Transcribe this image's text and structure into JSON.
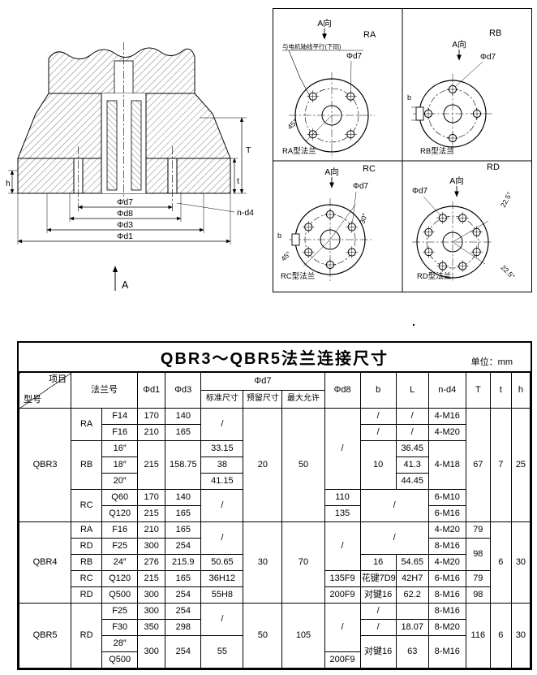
{
  "page": {
    "stray_mark": "."
  },
  "drawing": {
    "section": {
      "d7": "Φd7",
      "d8": "Φd8",
      "d3": "Φd3",
      "d1": "Φd1",
      "nd4": "n-d4",
      "T": "T",
      "t": "t",
      "h": "h",
      "A": "A"
    },
    "views": [
      {
        "corner": "RA",
        "a_label": "A向",
        "note": "与电机轴线平行(下同)",
        "d7": "Φd7",
        "angle1": "45°",
        "caption": "RA型法兰"
      },
      {
        "corner": "RB",
        "a_label": "A向",
        "d7": "Φd7",
        "b": "b",
        "caption": "RB型法兰"
      },
      {
        "corner": "RC",
        "a_label": "A向",
        "d7": "Φd7",
        "angle1": "30°",
        "angle2": "45°",
        "b": "b",
        "caption": "RC型法兰"
      },
      {
        "corner": "RD",
        "a_label": "A向",
        "d7": "Φd7",
        "angle1": "22.5°",
        "angle2": "22.5°",
        "caption": "RD型法兰"
      }
    ]
  },
  "table": {
    "title": "QBR3～QBR5法兰连接尺寸",
    "unit": "单位：mm",
    "header": {
      "project": "项目",
      "model": "型号",
      "flange_no": "法兰号",
      "d1": "Φd1",
      "d3": "Φd3",
      "d7": "Φd7",
      "std": "标准尺寸",
      "reserve": "预留尺寸",
      "max": "最大允许",
      "d8": "Φd8",
      "b": "b",
      "L": "L",
      "nd4": "n-d4",
      "T": "T",
      "t": "t",
      "h": "h"
    },
    "rows": [
      [
        {
          "t": "QBR3",
          "rs": 7
        },
        {
          "t": "RA",
          "rs": 2
        },
        {
          "t": "F14"
        },
        {
          "t": "170"
        },
        {
          "t": "140"
        },
        {
          "t": "/",
          "rs": 2
        },
        {
          "t": "20",
          "rs": 7
        },
        {
          "t": "50",
          "rs": 7
        },
        {
          "t": "/",
          "rs": 5
        },
        {
          "t": "/"
        },
        {
          "t": "/"
        },
        {
          "t": "4-M16"
        },
        {
          "t": "67",
          "rs": 7
        },
        {
          "t": "7",
          "rs": 7
        },
        {
          "t": "25",
          "rs": 7
        }
      ],
      [
        {
          "t": "F16"
        },
        {
          "t": "210"
        },
        {
          "t": "165"
        },
        {
          "t": "/"
        },
        {
          "t": "/"
        },
        {
          "t": "4-M20"
        }
      ],
      [
        {
          "t": "RB",
          "rs": 3
        },
        {
          "t": "16″"
        },
        {
          "t": "215",
          "rs": 3
        },
        {
          "t": "158.75",
          "rs": 3
        },
        {
          "t": "33.15"
        },
        {
          "t": "10",
          "rs": 3
        },
        {
          "t": "36.45"
        },
        {
          "t": "4-M18",
          "rs": 3
        }
      ],
      [
        {
          "t": "18″"
        },
        {
          "t": "38"
        },
        {
          "t": "41.3"
        }
      ],
      [
        {
          "t": "20″"
        },
        {
          "t": "41.15"
        },
        {
          "t": "44.45"
        }
      ],
      [
        {
          "t": "RC",
          "rs": 2
        },
        {
          "t": "Q60"
        },
        {
          "t": "170"
        },
        {
          "t": "140"
        },
        {
          "t": "/",
          "rs": 2
        },
        {
          "t": "110"
        },
        {
          "t": "/",
          "rs": 2,
          "cs": 2
        },
        {
          "t": "6-M10"
        }
      ],
      [
        {
          "t": "Q120"
        },
        {
          "t": "215"
        },
        {
          "t": "165"
        },
        {
          "t": "135"
        },
        {
          "t": "6-M16"
        }
      ],
      [
        {
          "t": "QBR4",
          "rs": 5
        },
        {
          "t": "RA"
        },
        {
          "t": "F16"
        },
        {
          "t": "210"
        },
        {
          "t": "165"
        },
        {
          "t": "/",
          "rs": 2
        },
        {
          "t": "30",
          "rs": 5
        },
        {
          "t": "70",
          "rs": 5
        },
        {
          "t": "/",
          "rs": 3
        },
        {
          "t": "/",
          "rs": 2,
          "cs": 2
        },
        {
          "t": "4-M20"
        },
        {
          "t": "79"
        },
        {
          "t": "6",
          "rs": 5
        },
        {
          "t": "30",
          "rs": 5
        }
      ],
      [
        {
          "t": "RD"
        },
        {
          "t": "F25"
        },
        {
          "t": "300"
        },
        {
          "t": "254"
        },
        {
          "t": "8-M16"
        },
        {
          "t": "98",
          "rs": 2
        }
      ],
      [
        {
          "t": "RB"
        },
        {
          "t": "24″"
        },
        {
          "t": "276"
        },
        {
          "t": "215.9"
        },
        {
          "t": "50.65"
        },
        {
          "t": "16"
        },
        {
          "t": "54.65"
        },
        {
          "t": "4-M20"
        }
      ],
      [
        {
          "t": "RC"
        },
        {
          "t": "Q120"
        },
        {
          "t": "215"
        },
        {
          "t": "165"
        },
        {
          "t": "36H12"
        },
        {
          "t": "135F9"
        },
        {
          "t": "花键7D9"
        },
        {
          "t": "42H7"
        },
        {
          "t": "6-M16"
        },
        {
          "t": "79"
        }
      ],
      [
        {
          "t": "RD"
        },
        {
          "t": "Q500"
        },
        {
          "t": "300"
        },
        {
          "t": "254"
        },
        {
          "t": "55H8"
        },
        {
          "t": "200F9"
        },
        {
          "t": "对键16"
        },
        {
          "t": "62.2"
        },
        {
          "t": "8-M16"
        },
        {
          "t": "98"
        }
      ],
      [
        {
          "t": "QBR5",
          "rs": 4
        },
        {
          "t": "RD",
          "rs": 4
        },
        {
          "t": "F25"
        },
        {
          "t": "300"
        },
        {
          "t": "254"
        },
        {
          "t": "/",
          "rs": 2
        },
        {
          "t": "50",
          "rs": 4
        },
        {
          "t": "105",
          "rs": 4
        },
        {
          "t": "/",
          "rs": 3
        },
        {
          "t": "/"
        },
        {
          "t": ""
        },
        {
          "t": "8-M16"
        },
        {
          "t": "116",
          "rs": 4
        },
        {
          "t": "6",
          "rs": 4
        },
        {
          "t": "30",
          "rs": 4
        }
      ],
      [
        {
          "t": "F30"
        },
        {
          "t": "350"
        },
        {
          "t": "298"
        },
        {
          "t": "/"
        },
        {
          "t": "18.07"
        },
        {
          "t": "8-M20"
        }
      ],
      [
        {
          "t": "28″"
        },
        {
          "t": "300",
          "rs": 2
        },
        {
          "t": "254",
          "rs": 2
        },
        {
          "t": "55",
          "rs": 2
        },
        {
          "t": "对键16",
          "rs": 2
        },
        {
          "t": "63",
          "rs": 2
        },
        {
          "t": "8-M16",
          "rs": 2
        }
      ],
      [
        {
          "t": "Q500"
        },
        {
          "t": "200F9"
        }
      ]
    ]
  }
}
